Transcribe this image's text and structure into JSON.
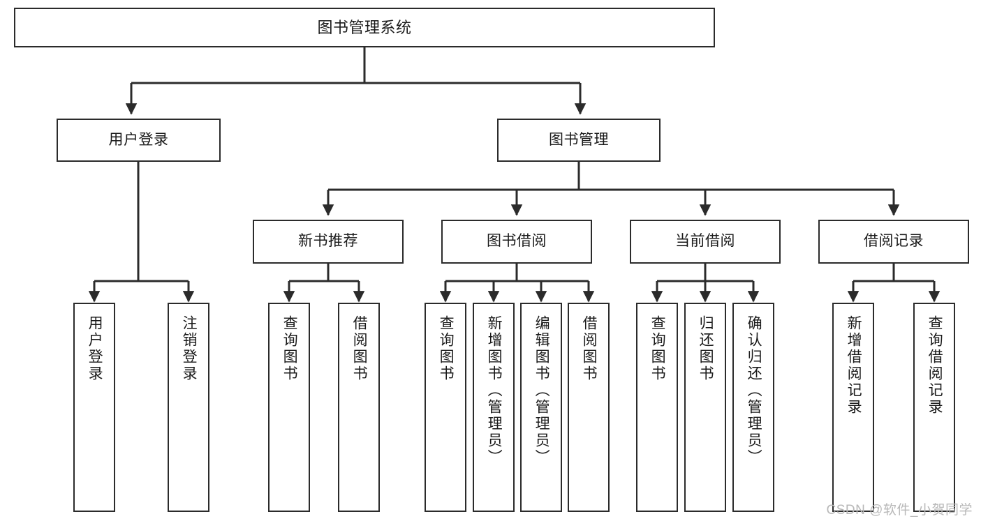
{
  "diagram": {
    "title": "图书管理系统",
    "type": "tree-hierarchy-chart",
    "colors": {
      "box_border": "#2b2b2b",
      "box_fill": "#ffffff",
      "connector": "#2b2b2b",
      "text": "#1a1a1a",
      "watermark": "#b8b8b8"
    },
    "root": {
      "label": "图书管理系统"
    },
    "level2": [
      {
        "label": "用户登录"
      },
      {
        "label": "图书管理"
      }
    ],
    "level3": [
      {
        "label": "新书推荐"
      },
      {
        "label": "图书借阅"
      },
      {
        "label": "当前借阅"
      },
      {
        "label": "借阅记录"
      }
    ],
    "leaves": {
      "user_login": [
        {
          "label": "用户登录"
        },
        {
          "label": "注销登录"
        }
      ],
      "new_book_recommend": [
        {
          "label": "查询图书"
        },
        {
          "label": "借阅图书"
        }
      ],
      "book_borrow": [
        {
          "label": "查询图书"
        },
        {
          "label": "新增图书（管理员）"
        },
        {
          "label": "编辑图书（管理员）"
        },
        {
          "label": "借阅图书"
        }
      ],
      "current_borrow": [
        {
          "label": "查询图书"
        },
        {
          "label": "归还图书"
        },
        {
          "label": "确认归还（管理员）"
        }
      ],
      "borrow_record": [
        {
          "label": "新增借阅记录"
        },
        {
          "label": "查询借阅记录"
        }
      ]
    }
  },
  "watermark": {
    "text": "CSDN @软件_小贺同学"
  }
}
